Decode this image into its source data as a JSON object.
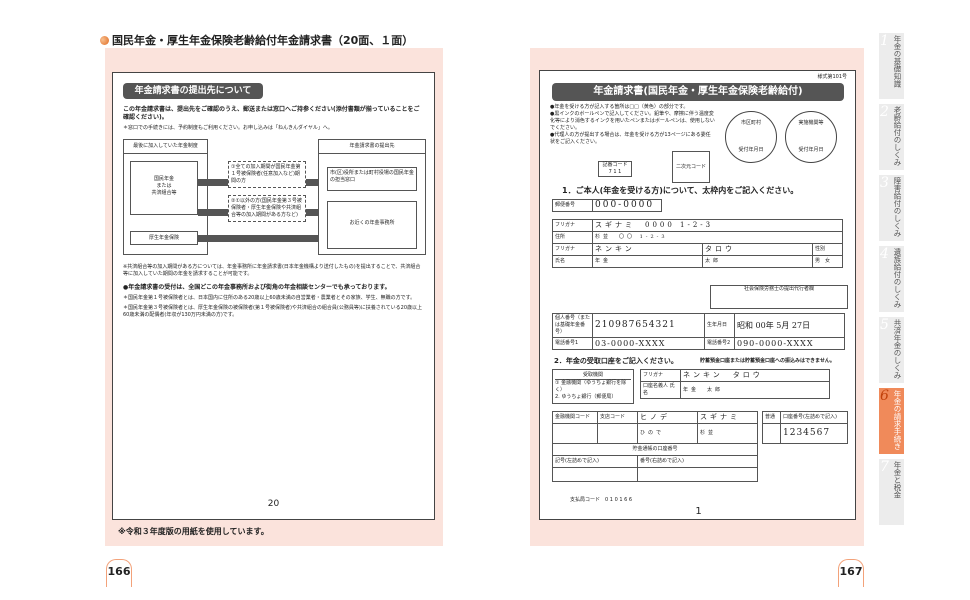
{
  "left_page": {
    "heading": "国民年金・厚生年金保険老齢給付年金請求書（20面、１面）",
    "form_title": "年金請求書の提出先について",
    "intro": "この年金請求書は、提出先をご確認のうえ、郵送または窓口へご持参ください(添付書類が揃っていることをご確認ください)。",
    "intro_note": "＊窓口での手続きには、予約制度もご利用ください。お申し込みは「ねんきんダイヤル」へ。",
    "col_left_header": "最後に加入していた年金制度",
    "col_right_header": "年金請求書の提出先",
    "source_1": "国民年金\nまたは\n共済組合等",
    "source_2": "厚生年金保険",
    "cond_1": "①全ての加入期間が国民年金第１号被保険者(任意加入など)期間の方",
    "cond_2": "②①以外の方(国民年金第３号被保険者・厚生年金保険や共済組合等の加入期間がある方など)",
    "dest_1": "市(区)役所または町村役場の国民年金の担当窓口",
    "dest_2": "お近くの年金事務所",
    "note_1": "※共済組合等の加入期間がある方については、年金事務所に年金請求書(日本年金機構より送付したもの)を提出することで、共済組合等に加入していた期間の年金を請求することが可能です。",
    "note_bold": "●年金請求書の受付は、全国どこの年金事務所および街角の年金相談センターでも承っております。",
    "note_2": "＊国民年金第１号被保険者とは、日本国内に住所のある20歳以上60歳未満の自営業者・農業者とその家族、学生、無職の方です。",
    "note_3": "＊国民年金第３号被保険者とは、厚生年金保険の被保険者(第１号被保険者)や共済組合の組合員(公務員等)に扶養されている20歳以上60歳未満の配偶者(年収が130万円未満の方)です。",
    "sheet_page": "20",
    "caption": "※令和３年度版の用紙を使用しています。",
    "page_number": "166"
  },
  "right_page": {
    "form_code": "様式第101号",
    "form_title": "年金請求書(国民年金・厚生年金保険老齢給付)",
    "instructions": [
      "●年金を受ける方が記入する箇所は□□（黄色）の部分です。",
      "●黒インクのボールペンで記入してください。鉛筆や、摩擦に伴う温度変化等により消色するインクを用いたペンまたはボールペンは、使用しないでください。",
      "●代理人の方が提出する場合は、年金を受ける方が13ページにある委任状をご記入ください。"
    ],
    "qr_label": "二次元コード",
    "stamp_1_top": "市区町村",
    "stamp_1_bottom": "受付年月日",
    "stamp_2_top": "実施機関等",
    "stamp_2_bottom": "受付年月日",
    "code_label": "記番コード",
    "code_value": "7 1 1",
    "section_1": "1．ご本人(年金を受ける方)について、太枠内をご記入ください。",
    "postal_label": "郵便番号",
    "postal_value": "000-0000",
    "furigana_label": "フリガナ",
    "address_furigana": "スギナミ　0000 1-2-3",
    "address_label": "住所",
    "address_value": "杉並　〇〇 1-2-3",
    "name_furigana_last": "ネンキン",
    "name_furigana_first": "タロウ",
    "name_label": "氏名",
    "name_last": "年金",
    "name_first": "太郎",
    "sex_label": "性別",
    "sex_options": "男　女",
    "agent_label": "社会保険労務士の提出代行者欄",
    "mynumber_label": "個人番号（または基礎年金番号）",
    "mynumber_value": "210987654321",
    "birth_label": "生年月日",
    "birth_value": "昭和 00年 5月 27日",
    "phone1_label": "電話番号1",
    "phone1_value": "03-0000-XXXX",
    "phone2_label": "電話番号2",
    "phone2_value": "090-0000-XXXX",
    "section_2": "2．年金の受取口座をご記入ください。",
    "section_2_note": "貯蓄預金口座または貯蓄預金口座への振込みはできません。",
    "receiver_label": "受取機関",
    "receiver_opt_1": "① 金融機関（ゆうちょ銀行を除く）",
    "receiver_opt_2": "2. ゆうちょ銀行（郵便局）",
    "account_name_label": "口座名義人 氏名",
    "account_furigana": "ネンキン　タロウ",
    "account_name": "年金　太郎",
    "bank_code_label": "金融機関コード",
    "branch_code_label": "支店コード",
    "bank_furigana": "ヒノデ",
    "bank_name": "ひので",
    "branch_furigana": "スギナミ",
    "branch_name": "杉並",
    "account_type": "普通",
    "account_no_label": "口座番号(左詰めで記入)",
    "account_no": "1234567",
    "yucho_label": "貯金通帳の口座番号",
    "kigo_label": "記号(左詰めで記入)",
    "bango_label": "番号(右詰めで記入)",
    "yucho_code_label": "支払局コード",
    "yucho_code": "0 1 0 1 6 6",
    "sheet_page": "1",
    "page_number": "167"
  },
  "side_tabs": [
    {
      "num": "1",
      "label": "年金の基礎知識"
    },
    {
      "num": "2",
      "label": "老齢給付のしくみ"
    },
    {
      "num": "3",
      "label": "障害給付のしくみ"
    },
    {
      "num": "4",
      "label": "遺族給付のしくみ"
    },
    {
      "num": "5",
      "label": "共済年金のしくみ"
    },
    {
      "num": "6",
      "label": "年金の請求手続き"
    },
    {
      "num": "7",
      "label": "年金と税金"
    }
  ],
  "colors": {
    "panel": "#fbe3dc",
    "accent": "#f08a5a",
    "bar": "#555555"
  }
}
